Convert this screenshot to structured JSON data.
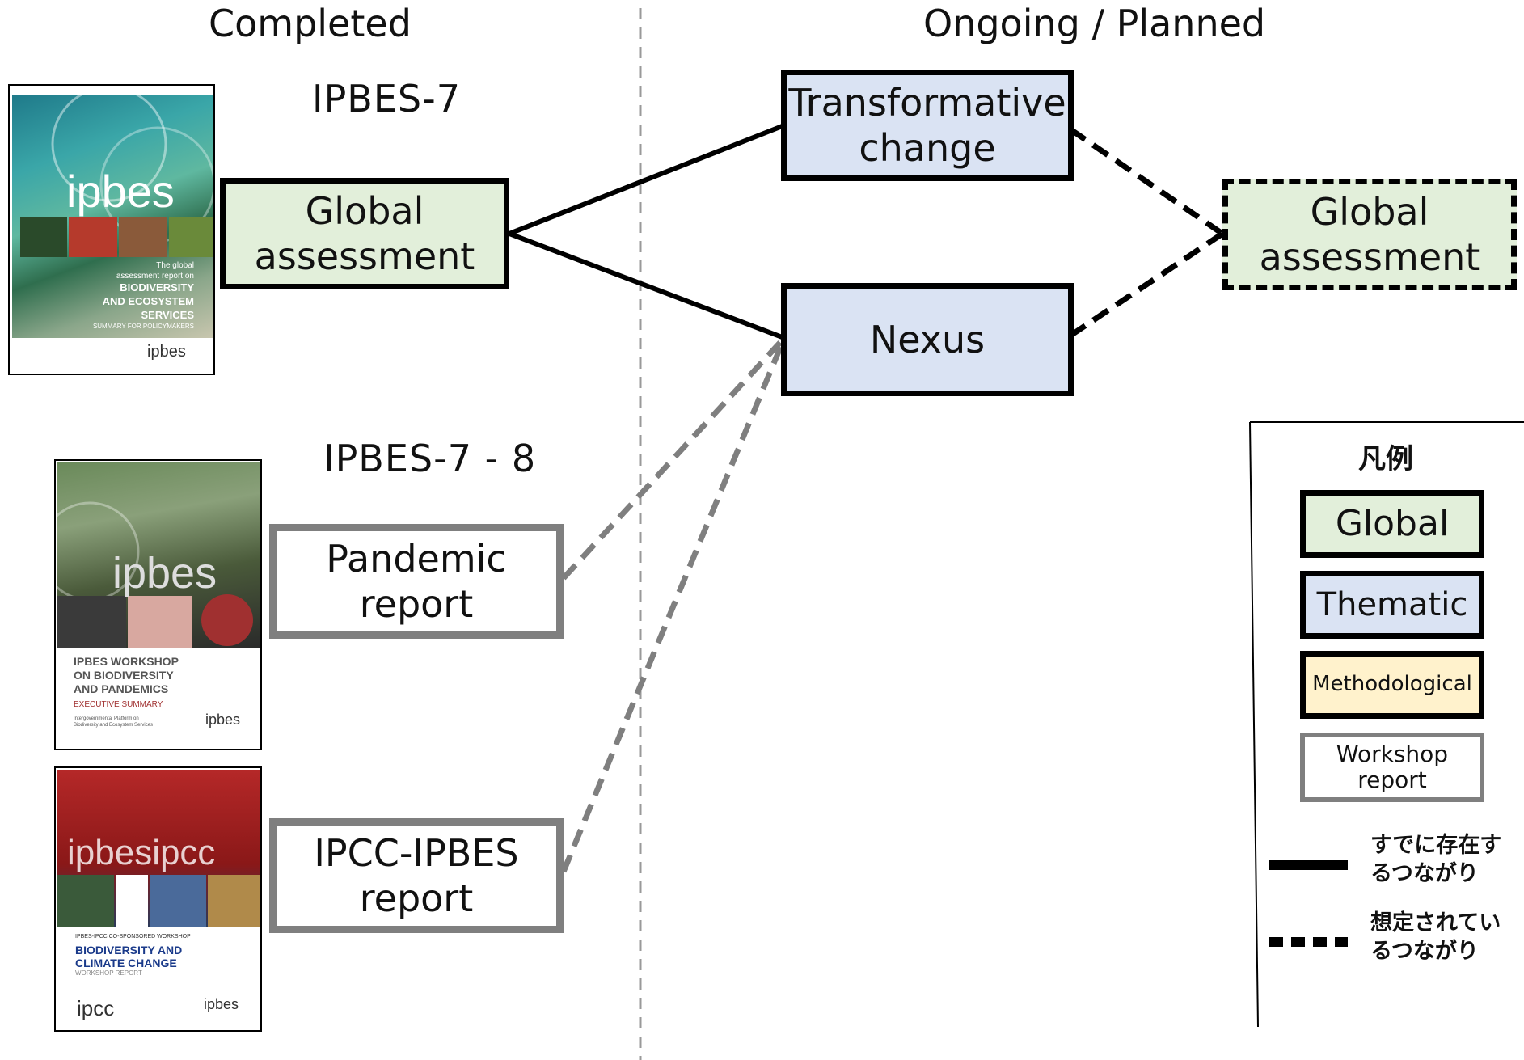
{
  "headers": {
    "completed": "Completed",
    "ongoing": "Ongoing / Planned"
  },
  "sections": {
    "ipbes7": "IPBES-7",
    "ipbes78": "IPBES-7 - 8"
  },
  "nodes": {
    "global_assessment_completed": "Global\nassessment",
    "pandemic_report": "Pandemic\nreport",
    "ipcc_ipbes_report": "IPCC-IPBES\nreport",
    "transformative_change": "Transformative\nchange",
    "nexus": "Nexus",
    "global_assessment_planned": "Global\nassessment"
  },
  "covers": {
    "global": {
      "wordmark": "ipbes",
      "line1": "The global",
      "line2": "assessment report on",
      "line3": "BIODIVERSITY",
      "line4": "AND ECOSYSTEM",
      "line5": "SERVICES",
      "line6": "SUMMARY FOR POLICYMAKERS",
      "logo": "ipbes"
    },
    "pandemic": {
      "wordmark": "ipbes",
      "line1": "IPBES WORKSHOP",
      "line2": "ON BIODIVERSITY",
      "line3": "AND PANDEMICS",
      "line4": "EXECUTIVE SUMMARY",
      "line5": "Intergovernmental Platform on",
      "line6": "Biodiversity and Ecosystem Services",
      "logo": "ipbes"
    },
    "climate": {
      "wordmark": "ipbesipcc",
      "line1": "IPBES-IPCC CO-SPONSORED WORKSHOP",
      "line2": "BIODIVERSITY AND",
      "line3": "CLIMATE CHANGE",
      "line4": "WORKSHOP REPORT",
      "logo_left": "ipcc",
      "logo_right": "ipbes"
    }
  },
  "legend": {
    "title": "凡例",
    "global": "Global",
    "thematic": "Thematic",
    "methodological": "Methodological",
    "workshop": "Workshop\nreport",
    "solid": "すでに存在す\nるつながり",
    "dashed": "想定されてい\nるつながり"
  },
  "colors": {
    "global_fill": "#e2efda",
    "thematic_fill": "#dae3f3",
    "methodological_fill": "#fff2cc",
    "workshop_border": "#7f7f7f",
    "divider": "#999999"
  }
}
